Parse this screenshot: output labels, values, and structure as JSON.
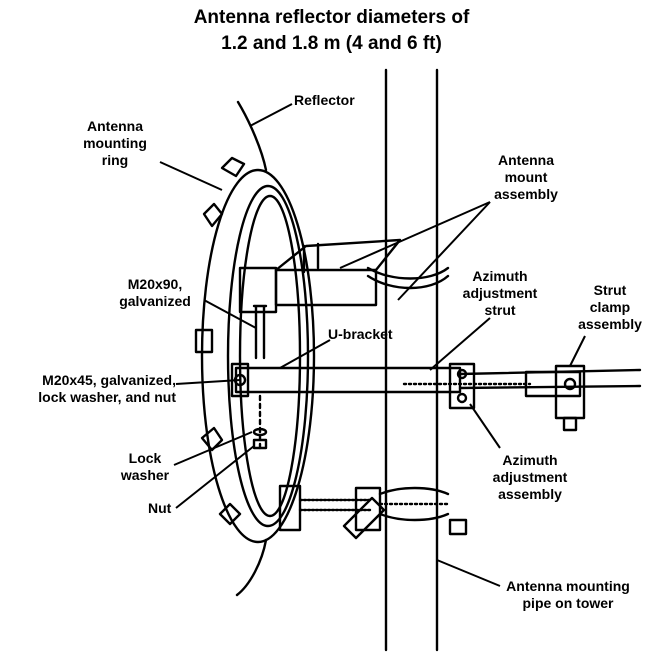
{
  "title": {
    "line1": "Antenna reflector diameters of",
    "line2": "1.2 and 1.8 m (4 and 6 ft)"
  },
  "labels": {
    "reflector": "Reflector",
    "mounting_ring": [
      "Antenna",
      "mounting",
      "ring"
    ],
    "mount_assembly": [
      "Antenna",
      "mount",
      "assembly"
    ],
    "azimuth_strut": [
      "Azimuth",
      "adjustment",
      "strut"
    ],
    "strut_clamp": [
      "Strut",
      "clamp",
      "assembly"
    ],
    "m20x90": [
      "M20x90,",
      "galvanized"
    ],
    "u_bracket": "U-bracket",
    "m20x45": [
      "M20x45, galvanized,",
      "lock washer, and nut"
    ],
    "lock_washer": [
      "Lock",
      "washer"
    ],
    "nut": "Nut",
    "azimuth_assembly": [
      "Azimuth",
      "adjustment",
      "assembly"
    ],
    "mounting_pipe": [
      "Antenna mounting",
      "pipe on tower"
    ]
  }
}
